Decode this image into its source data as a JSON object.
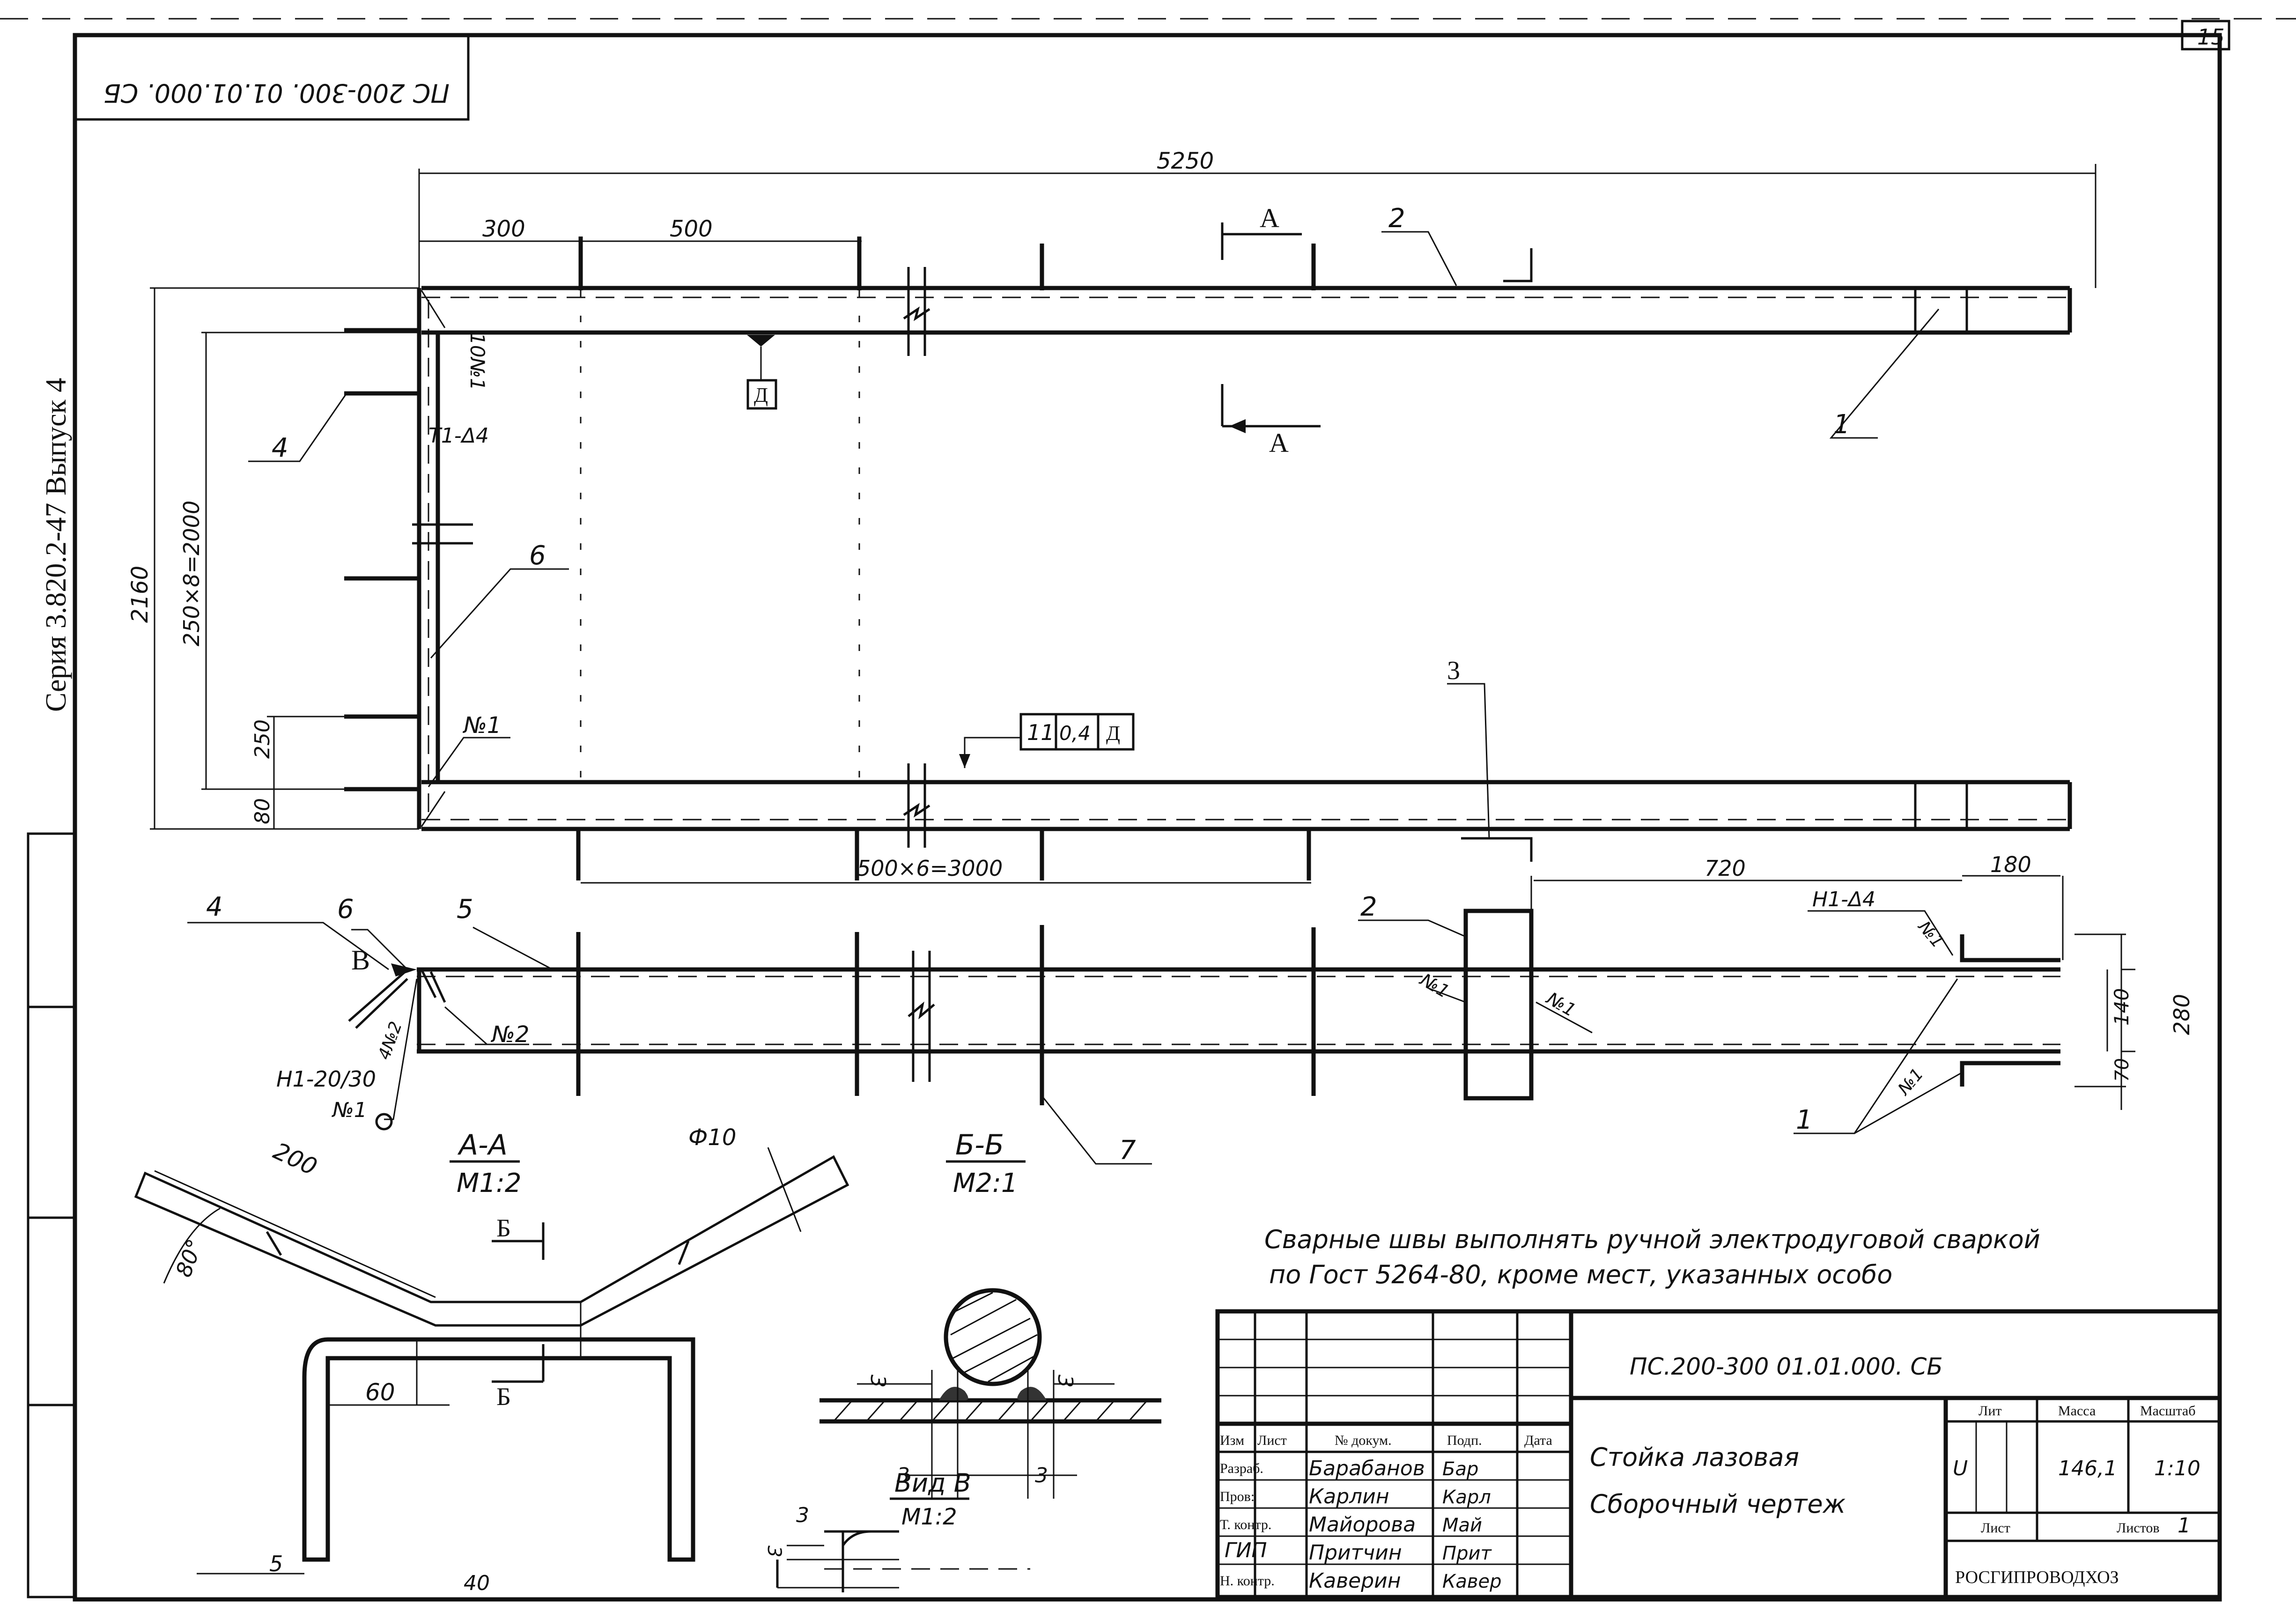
{
  "sheet_number": "15",
  "mirrored_code": "ПС 200-300. 01.01.000. СБ",
  "series_label": "Серия 3.820.2-47 Выпуск 4",
  "dimensions": {
    "overall_length": "5250",
    "first_spacing": "300",
    "spacing": "500",
    "height": "2160",
    "vertical_spacing": "250×8=2000",
    "bottom_spacing": "250",
    "bottom_offset": "80",
    "rung_spacing": "500×6=3000",
    "offset_720": "720",
    "offset_180": "180",
    "dim_140": "140",
    "dim_70": "70",
    "dim_280": "280",
    "dim_200": "200",
    "angle_80": "80°",
    "dim_60": "60",
    "dim_5": "5",
    "diameter": "Ф10",
    "dim_3": "3",
    "dim_40": "40"
  },
  "section_marks": {
    "a": "А",
    "b": "Б",
    "v": "В"
  },
  "position_labels": {
    "p1": "1",
    "p2": "2",
    "p3": "3",
    "p4": "4",
    "p5": "5",
    "p6": "6",
    "p7": "7"
  },
  "weld_marks": {
    "no1": "№1",
    "no2": "№2",
    "weld_10": "10№1",
    "weld_t1": "Т1-Δ4",
    "weld_h1": "Н1-Δ4",
    "weld_h1_2030": "Н1-20/30",
    "weld_4no2": "4№2",
    "box_d": "Д",
    "callout_11": "11",
    "callout_04": "0,4",
    "callout_d": "Д"
  },
  "section_titles": {
    "aa": "А-А",
    "aa_scale": "М1:2",
    "bb": "Б-Б",
    "bb_scale": "М2:1",
    "view_v": "Вид В",
    "view_v_scale": "М1:2"
  },
  "note_line1": "Сварные швы выполнять ручной электродуговой сваркой",
  "note_line2": "по Гост 5264-80, кроме мест, указанных особо",
  "title_block": {
    "doc_code": "ПС.200-300 01.01.000. СБ",
    "headers": {
      "izm": "Изм",
      "list": "Лист",
      "doc": "№ докум.",
      "sign": "Подп.",
      "date": "Дата"
    },
    "roles": [
      {
        "role": "Разраб.",
        "name": "Барабанов",
        "sign": "Бар"
      },
      {
        "role": "Пров:",
        "name": "Карлин",
        "sign": "Карл"
      },
      {
        "role": "Т. контр.",
        "name": "Майорова",
        "sign": "Май"
      },
      {
        "role": "ГИП",
        "name": "Притчин",
        "sign": "Прит"
      },
      {
        "role": "Н. контр.",
        "name": "Каверин",
        "sign": "Кавер"
      }
    ],
    "title_line1": "Стойка лазовая",
    "title_line2": "Сборочный чертеж",
    "lit_header": "Лит",
    "mass_header": "Масса",
    "scale_header": "Масштаб",
    "lit_value": "U",
    "mass_value": "146,1",
    "scale_value": "1:10",
    "sheet_header": "Лист",
    "sheets_header": "Листов",
    "sheets_value": "1",
    "org": "РОСГИПРОВОДХОЗ"
  }
}
